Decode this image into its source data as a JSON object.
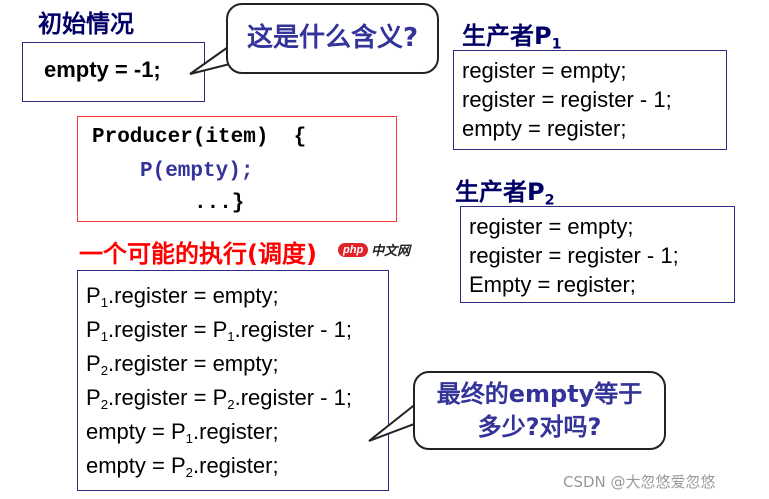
{
  "initial": {
    "heading": "初始情况",
    "code": "empty = -1;"
  },
  "bubble_top": {
    "text": "这是什么含义?"
  },
  "producer_code": {
    "line1": "Producer(item)  {",
    "line2": "P(empty);",
    "line3": "...}"
  },
  "producer1": {
    "heading_prefix": "生产者P",
    "heading_sub": "1",
    "lines": [
      "register = empty;",
      "register = register - 1;",
      "empty = register;"
    ]
  },
  "producer2": {
    "heading_prefix": "生产者P",
    "heading_sub": "2",
    "lines": [
      "register = empty;",
      "register = register - 1;",
      "Empty = register;"
    ]
  },
  "schedule": {
    "heading": "一个可能的执行(调度)",
    "lines": [
      {
        "a": "P",
        "a_sub": "1",
        "rest": ".register = empty;"
      },
      {
        "a": "P",
        "a_sub": "1",
        "mid": ".register = P",
        "mid_sub": "1",
        "rest": ".register - 1;"
      },
      {
        "a": "P",
        "a_sub": "2",
        "rest": ".register = empty;"
      },
      {
        "a": "P",
        "a_sub": "2",
        "mid": ".register = P",
        "mid_sub": "2",
        "rest": ".register - 1;"
      },
      {
        "a": "empty = P",
        "a_sub": "1",
        "rest": ".register;"
      },
      {
        "a": "empty = P",
        "a_sub": "2",
        "rest": ".register;"
      }
    ]
  },
  "bubble_bottom": {
    "line1": "最终的empty等于",
    "line2": "多少?对吗?"
  },
  "watermarks": {
    "php_logo": "php",
    "php_text": "中文网",
    "csdn": "CSDN @大忽悠爱忽悠"
  },
  "colors": {
    "heading_navy": "#000066",
    "bubble_text": "#333399",
    "box_border": "#2b2b80",
    "red": "#ff0000"
  }
}
